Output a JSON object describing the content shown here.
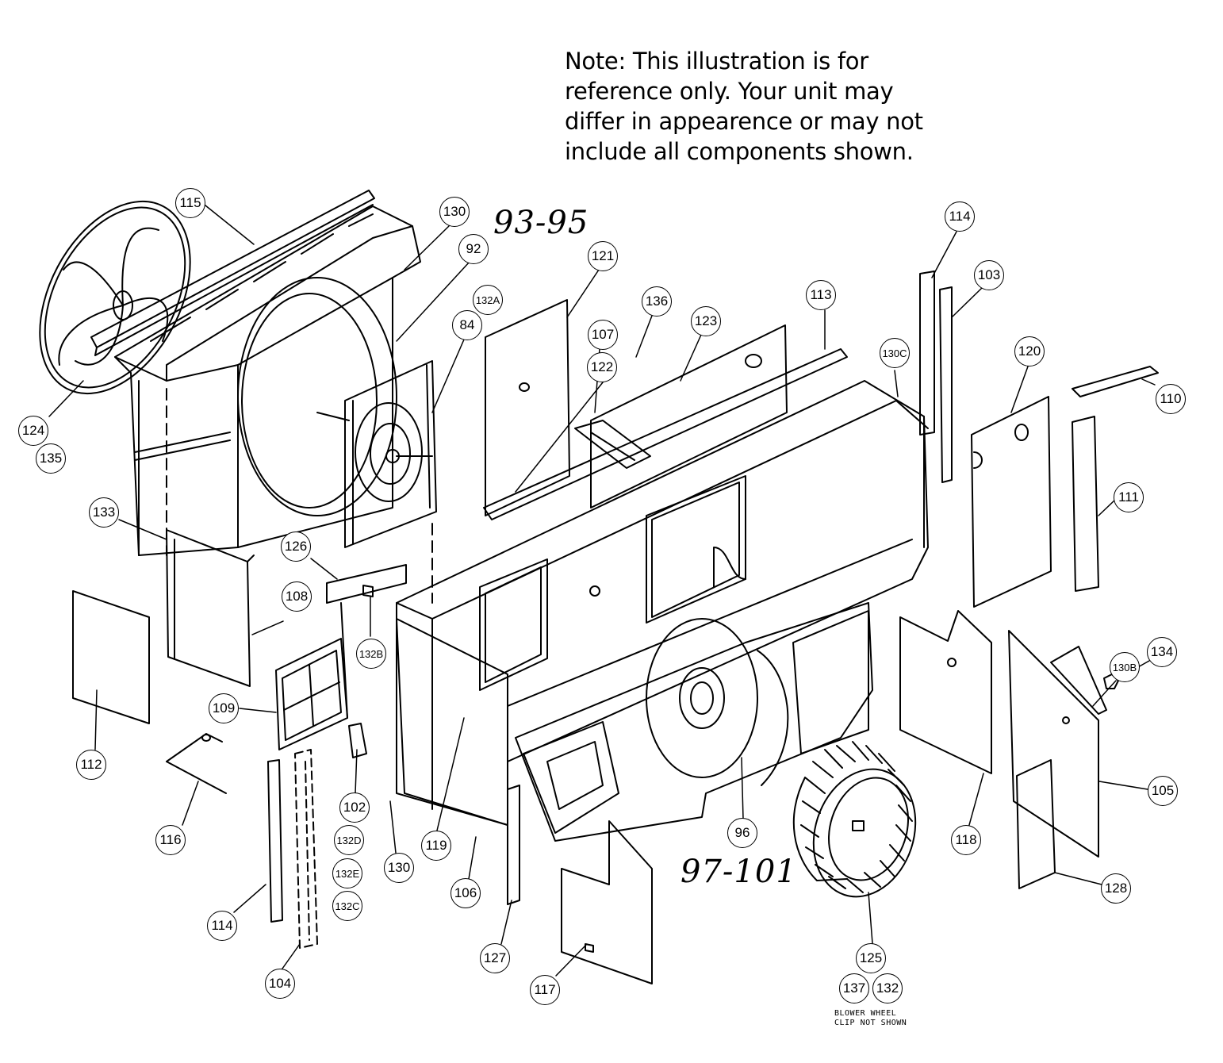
{
  "note": {
    "lines": [
      "Note: This illustration is for",
      "reference only. Your unit may",
      "differ in appearence or may not",
      "include all components shown."
    ]
  },
  "handwritten": {
    "range_top": "93-95",
    "range_bottom": "97-101"
  },
  "blower_note": {
    "lines": [
      "BLOWER WHEEL",
      "CLIP NOT SHOWN"
    ]
  },
  "callouts": [
    {
      "id": "115",
      "label": "115"
    },
    {
      "id": "130-top",
      "label": "130"
    },
    {
      "id": "92",
      "label": "92"
    },
    {
      "id": "132A",
      "label": "132A"
    },
    {
      "id": "84",
      "label": "84"
    },
    {
      "id": "121",
      "label": "121"
    },
    {
      "id": "107",
      "label": "107"
    },
    {
      "id": "136",
      "label": "136"
    },
    {
      "id": "122",
      "label": "122"
    },
    {
      "id": "123",
      "label": "123"
    },
    {
      "id": "113",
      "label": "113"
    },
    {
      "id": "130C",
      "label": "130C"
    },
    {
      "id": "114-top",
      "label": "114"
    },
    {
      "id": "103",
      "label": "103"
    },
    {
      "id": "120",
      "label": "120"
    },
    {
      "id": "110",
      "label": "110"
    },
    {
      "id": "111",
      "label": "111"
    },
    {
      "id": "124",
      "label": "124"
    },
    {
      "id": "135",
      "label": "135"
    },
    {
      "id": "133",
      "label": "133"
    },
    {
      "id": "126",
      "label": "126"
    },
    {
      "id": "108",
      "label": "108"
    },
    {
      "id": "132B",
      "label": "132B"
    },
    {
      "id": "109",
      "label": "109"
    },
    {
      "id": "112",
      "label": "112"
    },
    {
      "id": "102",
      "label": "102"
    },
    {
      "id": "132D",
      "label": "132D"
    },
    {
      "id": "132E",
      "label": "132E"
    },
    {
      "id": "132C",
      "label": "132C"
    },
    {
      "id": "116",
      "label": "116"
    },
    {
      "id": "130-bottom",
      "label": "130"
    },
    {
      "id": "119",
      "label": "119"
    },
    {
      "id": "106",
      "label": "106"
    },
    {
      "id": "114-bottom",
      "label": "114"
    },
    {
      "id": "104",
      "label": "104"
    },
    {
      "id": "127",
      "label": "127"
    },
    {
      "id": "117",
      "label": "117"
    },
    {
      "id": "96",
      "label": "96"
    },
    {
      "id": "125",
      "label": "125"
    },
    {
      "id": "137",
      "label": "137"
    },
    {
      "id": "132",
      "label": "132"
    },
    {
      "id": "118",
      "label": "118"
    },
    {
      "id": "130B",
      "label": "130B"
    },
    {
      "id": "134",
      "label": "134"
    },
    {
      "id": "105",
      "label": "105"
    },
    {
      "id": "128",
      "label": "128"
    }
  ]
}
